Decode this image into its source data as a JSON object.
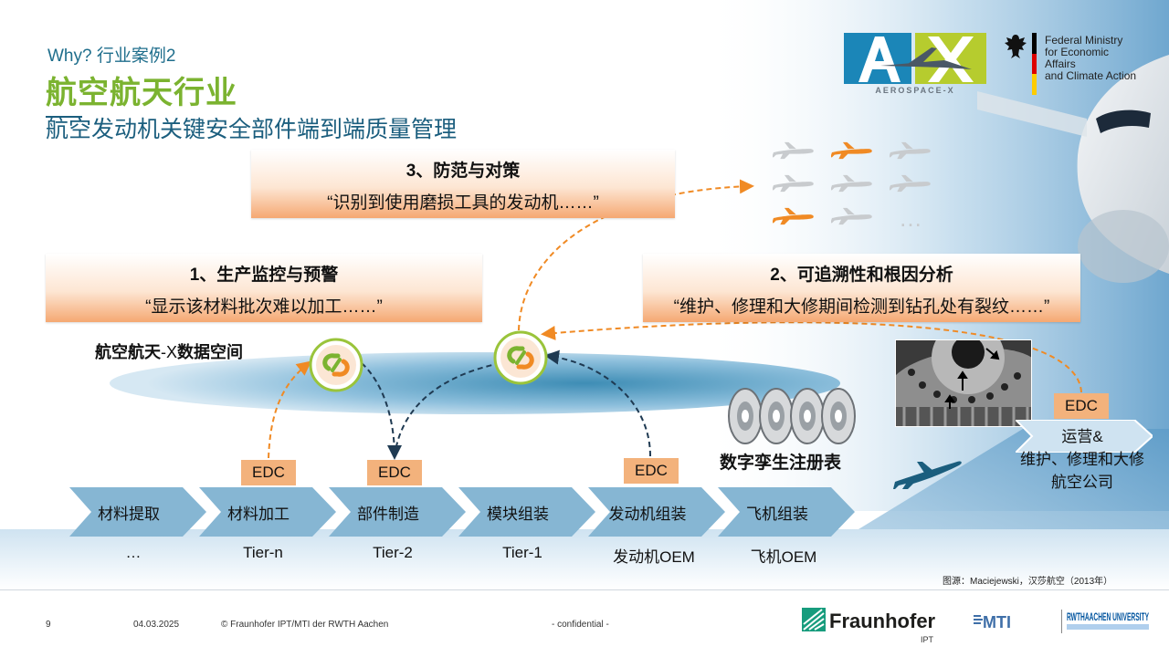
{
  "header": {
    "kicker": "Why? 行业案例2",
    "title": "航空航天行业",
    "subtitle": "航空发动机关键安全部件端到端质量管理"
  },
  "logos": {
    "aerox_text": "AEROSPACE-X",
    "bmwk_lines": [
      "Federal Ministry",
      "for Economic Affairs",
      "and Climate Action"
    ],
    "fraunhofer": "Fraunhofer",
    "fraunhofer_unit": "IPT",
    "mti_text": "MTI",
    "rwth_text": "RWTHAACHEN UNIVERSITY"
  },
  "callouts": {
    "c3": {
      "head": "3、防范与对策",
      "quote": "“识别到使用磨损工具的发动机……”"
    },
    "c1": {
      "head": "1、生产监控与预警",
      "quote": "“显示该材料批次难以加工……”"
    },
    "c2": {
      "head": "2、可追溯性和根因分析",
      "quote": "“维护、修理和大修期间检测到钻孔处有裂纹……”"
    }
  },
  "dataspace": {
    "label_a": "航空航天",
    "label_x": "-X",
    "label_b": "数据空间"
  },
  "edc_label": "EDC",
  "fleet_ellipsis": "…",
  "chain": [
    {
      "step": "材料提取",
      "tier": "…"
    },
    {
      "step": "材料加工",
      "tier": "Tier-n"
    },
    {
      "step": "部件制造",
      "tier": "Tier-2"
    },
    {
      "step": "模块组装",
      "tier": "Tier-1"
    },
    {
      "step": "发动机组装",
      "tier": "发动机OEM"
    },
    {
      "step": "飞机组装",
      "tier": "飞机OEM"
    }
  ],
  "twin_registry": "数字孪生注册表",
  "operations": {
    "line1": "运营&",
    "line2": "维护、修理和大修",
    "line3": "航空公司"
  },
  "source": "图源：Maciejewski，汉莎航空（2013年）",
  "footer": {
    "page": "9",
    "date": "04.03.2025",
    "copyright": "© Fraunhofer IPT/MTI der RWTH Aachen",
    "confidential": "- confidential -"
  },
  "colors": {
    "accent_green": "#7bb330",
    "title_blue": "#1b5e7e",
    "edc_orange": "#f3b27c",
    "plane_orange": "#f08a24",
    "chevron_blue": "#7fb1cf"
  }
}
